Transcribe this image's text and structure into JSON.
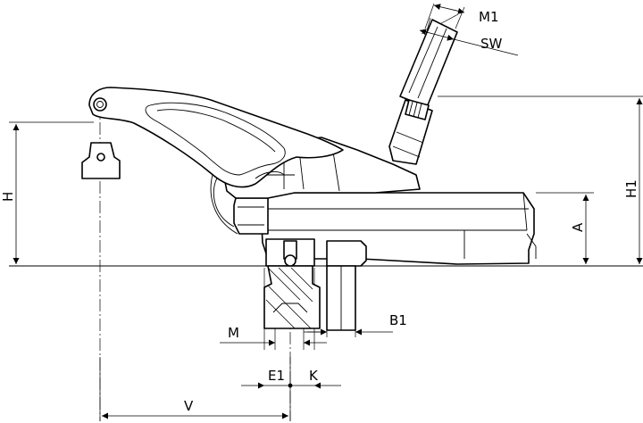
{
  "dimensions": {
    "M1": "M1",
    "SW": "SW",
    "H": "H",
    "H1": "H1",
    "A": "A",
    "B1": "B1",
    "M": "M",
    "E1": "E1",
    "K": "K",
    "V": "V"
  },
  "colors": {
    "line": "#000000",
    "background": "#ffffff"
  }
}
